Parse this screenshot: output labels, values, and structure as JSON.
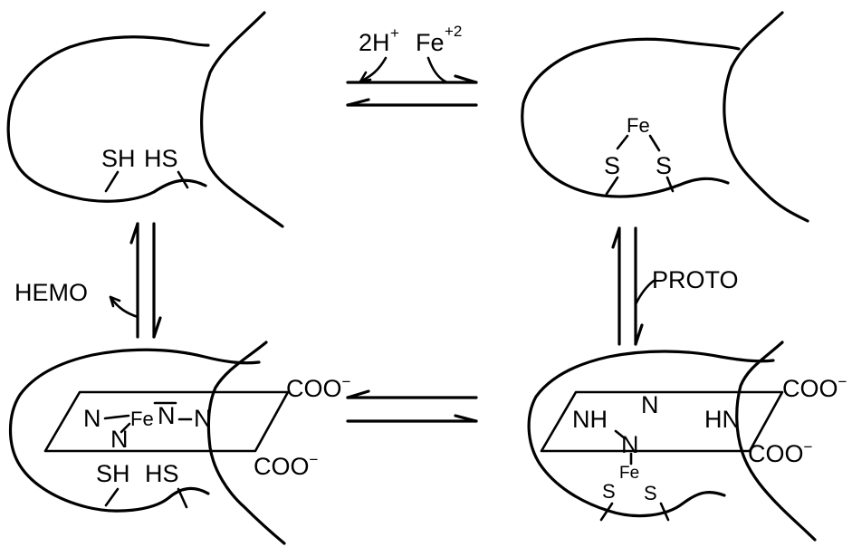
{
  "top_left": {
    "sh": "SH",
    "hs": "HS"
  },
  "top_right": {
    "fe": "Fe",
    "s_left": "S",
    "s_right": "S"
  },
  "top_reaction": {
    "h_part": "2H",
    "h_sup": "+",
    "fe_part": "Fe",
    "fe_sup": "+2"
  },
  "left_reaction": {
    "label": "HEMO"
  },
  "right_reaction": {
    "label": "PROTO"
  },
  "bottom_left": {
    "n_left": "N",
    "fe": "Fe",
    "n_top": "N",
    "n_right": "N",
    "n_bottom": "N",
    "coo_top": "COO",
    "coo_bottom": "COO",
    "charge": "−",
    "sh": "SH",
    "hs": "HS"
  },
  "bottom_right": {
    "nh": "NH",
    "n_top": "N",
    "hn": "HN",
    "n_center": "N",
    "fe": "Fe",
    "s_left": "S",
    "s_right": "S",
    "coo_top": "COO",
    "coo_bottom": "COO",
    "charge": "−"
  }
}
